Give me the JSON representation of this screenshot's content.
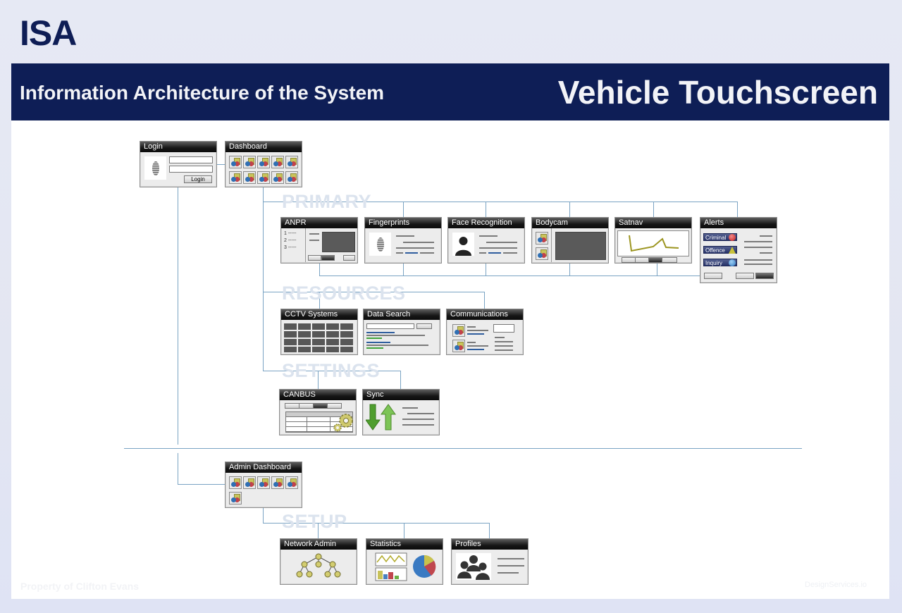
{
  "brand": "ISA",
  "banner": {
    "subtitle": "Information Architecture of the System",
    "title": "Vehicle Touchscreen"
  },
  "colors": {
    "banner": "#0e1e56",
    "connector": "#7aa3c3",
    "section_label": "#dbe3ee",
    "card_header": "#161616"
  },
  "sections": {
    "primary": "PRIMARY",
    "resources": "RESOURCES",
    "settings": "SETTINGS",
    "setup": "SETUP"
  },
  "screens": {
    "login": {
      "title": "Login",
      "button": "Login",
      "icon": "fingerprint-icon"
    },
    "dashboard": {
      "title": "Dashboard",
      "tile_count": 10
    },
    "anpr": {
      "title": "ANPR",
      "list": [
        "1 -----",
        "2 -----",
        "3 -----"
      ]
    },
    "fingerprints": {
      "title": "Fingerprints",
      "icon": "fingerprint-icon"
    },
    "face_recognition": {
      "title": "Face Recognition",
      "icon": "person-silhouette-icon"
    },
    "bodycam": {
      "title": "Bodycam"
    },
    "satnav": {
      "title": "Satnav"
    },
    "alerts": {
      "title": "Alerts",
      "tags": [
        "Criminal",
        "Offence",
        "Inquiry"
      ]
    },
    "cctv": {
      "title": "CCTV Systems"
    },
    "data_search": {
      "title": "Data Search"
    },
    "communications": {
      "title": "Communications"
    },
    "canbus": {
      "title": "CANBUS",
      "icon": "gear-icon"
    },
    "sync": {
      "title": "Sync",
      "icon": "sync-arrows-icon"
    },
    "admin_dashboard": {
      "title": "Admin Dashboard",
      "tile_count": 6
    },
    "network_admin": {
      "title": "Network Admin",
      "icon": "network-tree-icon"
    },
    "statistics": {
      "title": "Statistics",
      "icon": "chart-icon"
    },
    "profiles": {
      "title": "Profiles",
      "icon": "people-icon"
    }
  },
  "footer": {
    "left": "Property of Clifton Evans",
    "right": "DesignServices.io"
  }
}
